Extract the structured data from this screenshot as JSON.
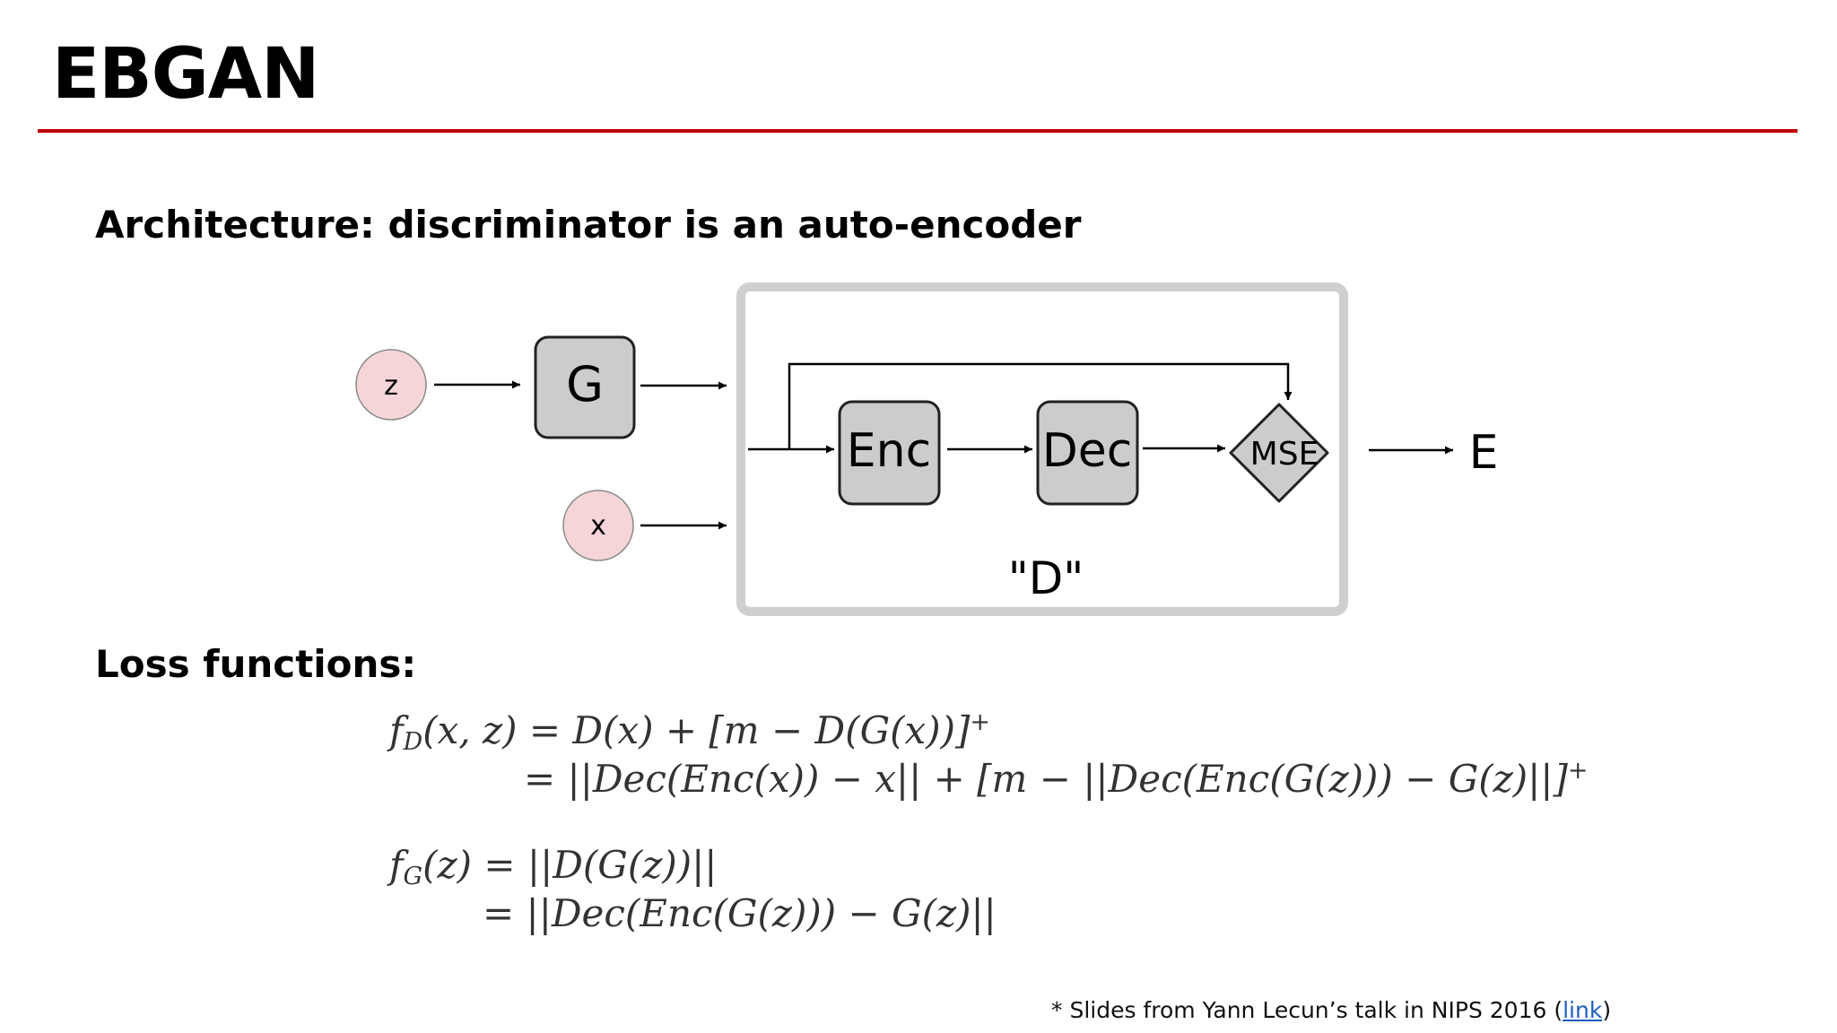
{
  "slide": {
    "title": "EBGAN"
  },
  "sections": {
    "architecture": "Architecture: discriminator is an auto-encoder",
    "loss": "Loss functions:"
  },
  "diagram": {
    "z": "z",
    "g": "G",
    "x": "x",
    "enc": "Enc",
    "dec": "Dec",
    "mse": "MSE",
    "e": "E",
    "d_label": "\"D\"",
    "colors": {
      "input_node": "#f5d5d8",
      "block": "#cccccc",
      "frame": "#cfcfcf"
    }
  },
  "loss_functions": {
    "fd_line1": "f<span class=\"sub\">D</span>(x, z) = D(x) + [m − D(G(x))]<sup>+</sup>",
    "fd_line2": "= ||Dec(Enc(x)) − x|| + [m − ||Dec(Enc(G(z))) − G(z)||]<sup>+</sup>",
    "fg_line1": "f<span class=\"sub\">G</span>(z) = ||D(G(z))||",
    "fg_line2": "= ||Dec(Enc(G(z))) − G(z)||"
  },
  "footnote": {
    "prefix": "* Slides from Yann Lecun’s talk in NIPS 2016 (",
    "link": "link",
    "suffix": ")"
  }
}
